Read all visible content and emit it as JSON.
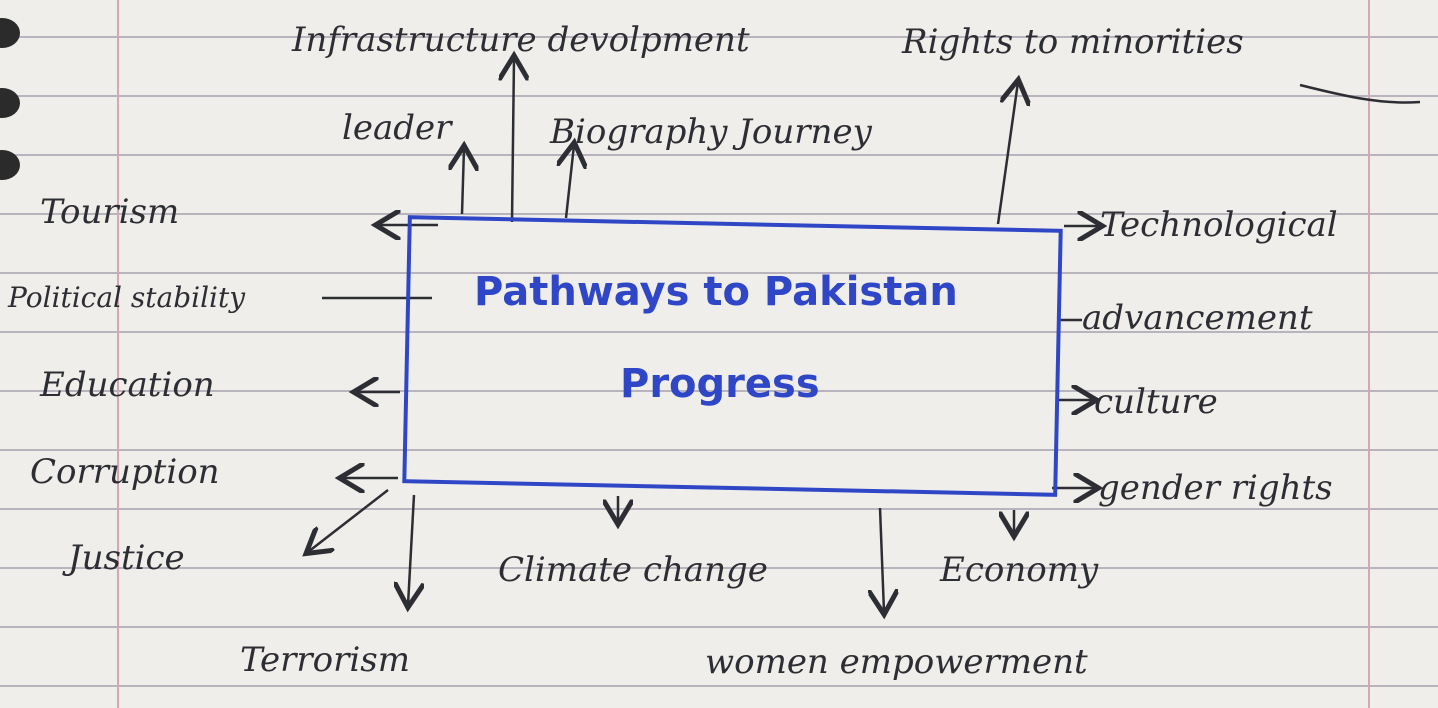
{
  "diagram": {
    "title_line1": "Pathways to Pakistan",
    "title_line2": "Progress",
    "nodes": {
      "infrastructure": "Infrastructure devolpment",
      "rights_minorities": "Rights to minorities",
      "leader": "leader",
      "biography": "Biography Journey",
      "tourism": "Tourism",
      "political": "Political stability",
      "education": "Education",
      "corruption": "Corruption",
      "justice": "Justice",
      "technological": "Technological",
      "advancement": "advancement",
      "culture": "culture",
      "gender": "gender rights",
      "climate": "Climate change",
      "economy": "Economy",
      "terrorism": "Terrorism",
      "women": "women empowerment"
    }
  },
  "colors": {
    "ink": "#2d2d34",
    "title_ink": "#2f47c6",
    "paper": "#efeeea",
    "rule": "#b9b3bd"
  }
}
